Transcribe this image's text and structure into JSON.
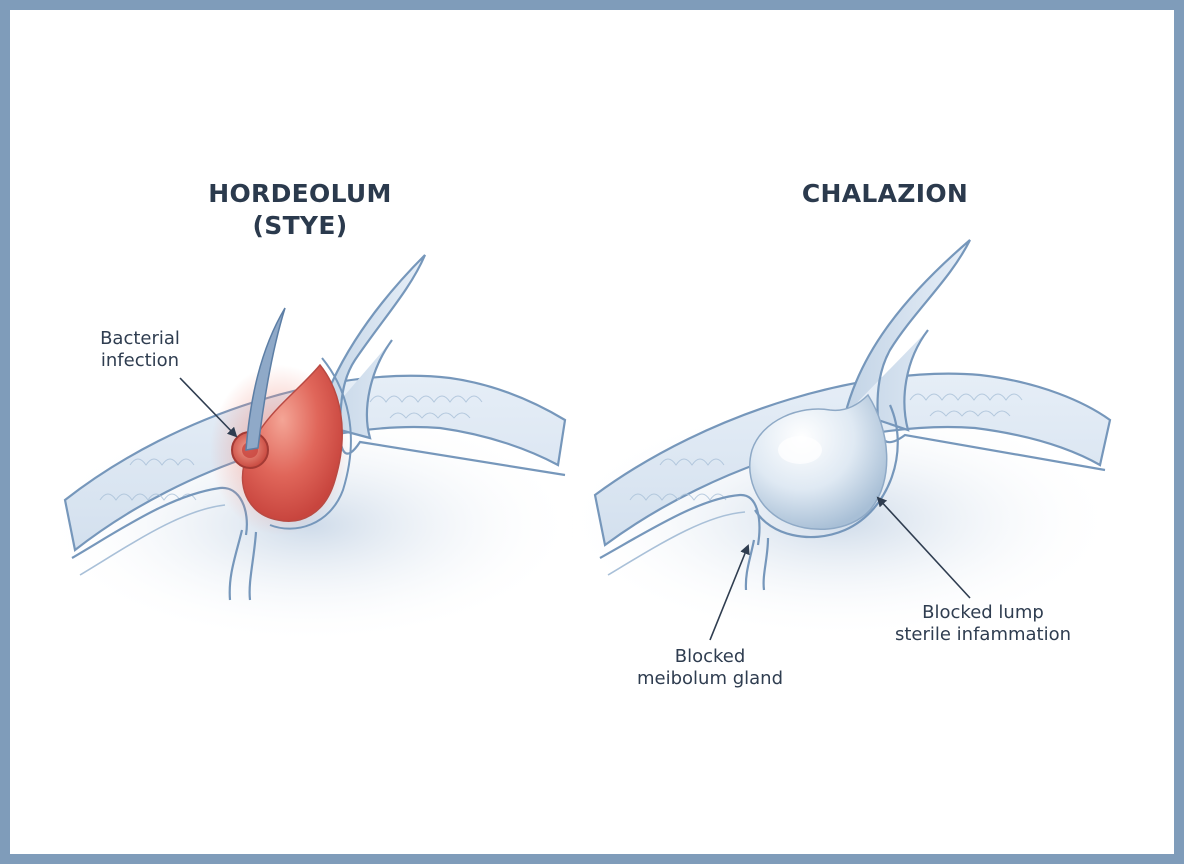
{
  "panels": {
    "hordeolum": {
      "title_line1": "HORDEOLUM",
      "title_line2": "(STYE)",
      "label_line1": "Bacterial",
      "label_line2": "infection",
      "lump_color": "#e0665a"
    },
    "chalazion": {
      "title": "CHALAZION",
      "gland_label_line1": "Blocked",
      "gland_label_line2": "meibolum gland",
      "lump_label_line1": "Blocked lump",
      "lump_label_line2": "sterile infammation",
      "lump_color": "#d7e3ee"
    }
  },
  "colors": {
    "frame": "#7f9cba",
    "outline": "#6f90b5",
    "tissue": "#dde8f3",
    "text": "#2b3a4d"
  }
}
